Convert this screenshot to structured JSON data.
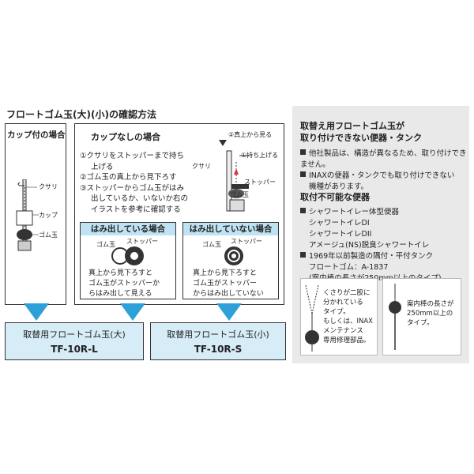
{
  "title": "フロートゴム玉(大)(小)の確認方法",
  "cup_box": {
    "heading": "カップ付の場合",
    "labels": [
      "クサリ",
      "カップ",
      "ゴム玉"
    ]
  },
  "nocup_box": {
    "heading": "カップなしの場合",
    "steps": [
      "①クサリをストッパーまで持ち",
      "上げる",
      "②ゴム玉の真上から見下ろす",
      "③ストッパーからゴム玉がはみ",
      "出しているか、いないか右の",
      "イラストを参考に確認する"
    ],
    "diagram_labels": {
      "view_from_top": "②真上から見る",
      "lift": "①持ち上げる",
      "chain": "クサリ",
      "stopper": "ストッパー",
      "ball": "ゴム玉"
    }
  },
  "protrude": {
    "head": "はみ出している場合",
    "label_ball": "ゴム玉",
    "label_stopper": "ストッパー",
    "text": [
      "真上から見下ろすと",
      "ゴム玉がストッパーか",
      "らはみ出して見える"
    ]
  },
  "not_protrude": {
    "head": "はみ出していない場合",
    "label_ball": "ゴム玉",
    "label_stopper": "ストッパー",
    "text": [
      "真上から見下ろすと",
      "ゴム玉がストッパー",
      "からはみ出していない"
    ]
  },
  "result_large": {
    "label": "取替用フロートゴム玉(大)",
    "model": "TF-10R-L"
  },
  "result_small": {
    "label": "取替用フロートゴム玉(小)",
    "model": "TF-10R-S"
  },
  "right": {
    "heading": [
      "取替え用フロートゴム玉が",
      "取り付けできない便器・タンク"
    ],
    "notes": [
      "他社製品は、構造が異なるため、取り付けできません。",
      "INAXの便器・タンクでも取り付けできない",
      "機種があります。"
    ],
    "sub_heading": "取付不可能な便器",
    "items": [
      "シャワートイレー体型便器",
      "シャワートイレDI",
      "シャワートイレDII",
      "アメージュ(NS)脱臭シャワートイレ",
      "1969年以前製造の隅付・平付タンク",
      "フロートゴム：A-1837",
      "(案内棒の長さが250mm以上のタイプ)"
    ],
    "left_text": [
      "くさりが二股に",
      "分かれている",
      "タイプ。",
      "もしくは、INAX",
      "メンテナンス",
      "専用修理部品。"
    ],
    "right_text": [
      "案内棒の長さが",
      "250mm以上の",
      "タイプ。"
    ]
  },
  "colors": {
    "arrow": "#2ea0d8",
    "light_blue": "#d6edf7",
    "gray_panel": "#e9e9e9"
  }
}
